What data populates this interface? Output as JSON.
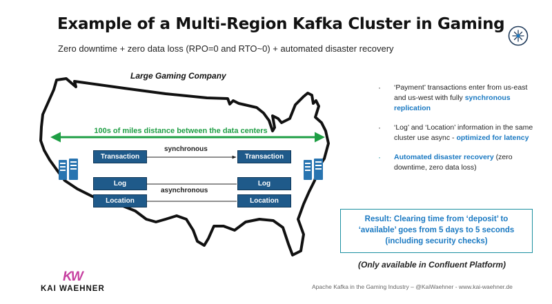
{
  "slide": {
    "title": "Example of a Multi-Region Kafka Cluster in Gaming",
    "subtitle": "Zero downtime + zero data loss (RPO=0 and RTO~0) + automated disaster recovery",
    "logo_icon": "starburst-icon"
  },
  "diagram": {
    "map_title": "Large Gaming Company",
    "distance_label": "100s of miles distance between the data centers",
    "arrow_color": "#1e9e44",
    "box_color": "#1f5a8a",
    "west_topics": [
      "Transaction",
      "Log",
      "Location"
    ],
    "east_topics": [
      "Transaction",
      "Log",
      "Location"
    ],
    "sync_label": "synchronous",
    "async_label": "asynchronous",
    "server_icon": "server-icon"
  },
  "bullets": [
    {
      "text": "‘Payment’ transactions enter from us-east and us-west with fully ",
      "highlight": "synchronous replication",
      "tail": ""
    },
    {
      "text": "‘Log’ and ‘Location’ information in the same cluster use async - ",
      "highlight": "optimized for latency",
      "tail": ""
    },
    {
      "text": "",
      "highlight": "Automated disaster recovery",
      "tail": " (zero downtime, zero data loss)"
    }
  ],
  "result": "Result: Clearing time from ‘deposit’ to ‘available’ goes from 5 days to 5 seconds (including security checks)",
  "note": "(Only available in Confluent Platform)",
  "brand": {
    "mark": "KW",
    "name": "KAI WAEHNER"
  },
  "footer": "Apache Kafka in the Gaming Industry – @KaiWaehner - www.kai-waehner.de"
}
